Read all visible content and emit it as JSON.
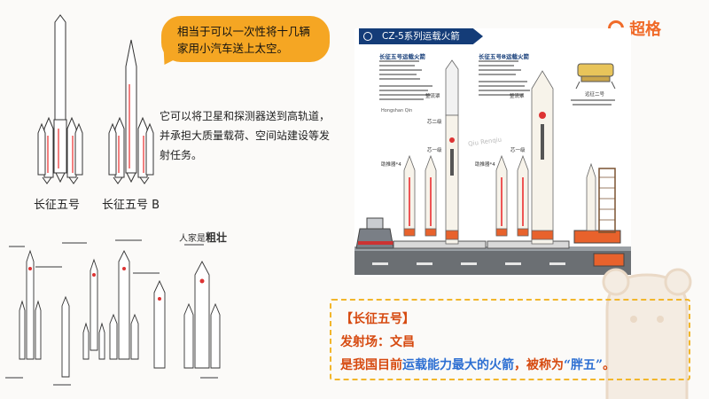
{
  "brand": {
    "name": "超格"
  },
  "bubble": {
    "text": "相当于可以一次性将十几辆家用小汽车送上太空。"
  },
  "description": {
    "text": "它可以将卫星和探测器送到高轨道，并承担大质量载荷、空间站建设等发射任务。"
  },
  "rockets": {
    "label_a": "长征五号",
    "label_b": "长征五号 B"
  },
  "infographic": {
    "title": "CZ-5系列运载火箭",
    "cz5_title": "长征五号运载火箭",
    "cz5b_title": "长征五号B运载火箭",
    "fairing_label": "整流罩",
    "stage2_label": "芯二级",
    "stage1_label": "芯一级",
    "booster_label": "助推器*4",
    "booster_label_b": "助推器*4",
    "fairing_label_b": "整流罩",
    "stage1_label_b": "芯一级",
    "payload_label": "远征二号",
    "author": "Hongshan Qin",
    "watermark": "Qiu Renqiu"
  },
  "info": {
    "heading": "【长征五号】",
    "site_label": "发射场：",
    "site_value": "文昌",
    "desc_prefix": "是我国目前",
    "desc_highlight": "运载能力最大的火箭",
    "desc_mid": "，被称为",
    "desc_quote": "“胖五”",
    "desc_end": "。"
  },
  "hand_drawn": {
    "title_prefix": "人家是",
    "title_bold": "粗壮"
  },
  "colors": {
    "accent": "#f06a28",
    "bubble": "#f5a623",
    "navy": "#143c78",
    "info_orange": "#d64a10",
    "info_blue": "#2d6fd2"
  }
}
